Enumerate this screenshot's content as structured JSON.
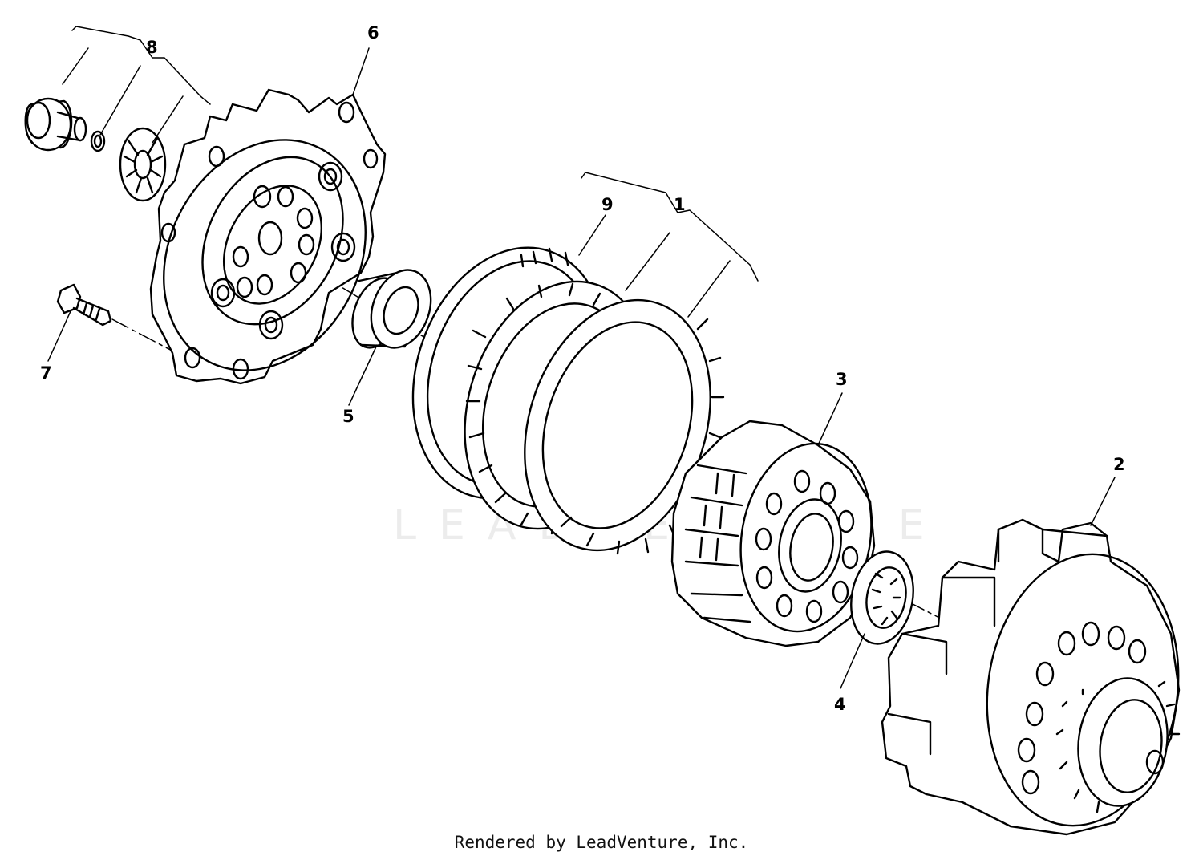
{
  "diagram": {
    "watermark_text": "LEADVENTURE",
    "callouts": [
      {
        "id": "1",
        "label": "1"
      },
      {
        "id": "2",
        "label": "2"
      },
      {
        "id": "3",
        "label": "3"
      },
      {
        "id": "4",
        "label": "4"
      },
      {
        "id": "5",
        "label": "5"
      },
      {
        "id": "6",
        "label": "6"
      },
      {
        "id": "7",
        "label": "7"
      },
      {
        "id": "8",
        "label": "8"
      },
      {
        "id": "9",
        "label": "9"
      }
    ],
    "footer": "Rendered by LeadVenture, Inc."
  }
}
